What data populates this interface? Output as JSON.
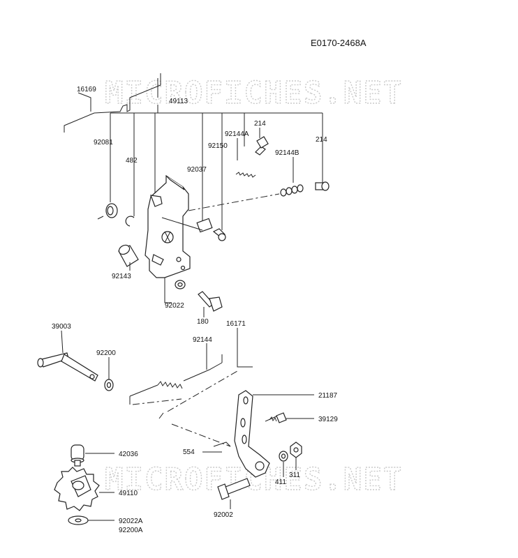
{
  "diagram": {
    "code": "E0170-2468A",
    "watermark": "MICROFICHES.NET",
    "labels": {
      "p16169": "16169",
      "p49113": "49113",
      "p92081": "92081",
      "p482": "482",
      "p214a": "214",
      "p92144A": "92144A",
      "p92150": "92150",
      "p92037": "92037",
      "p92144B": "92144B",
      "p214b": "214",
      "p92143": "92143",
      "p92022": "92022",
      "p180": "180",
      "p39003": "39003",
      "p92200": "92200",
      "p92144": "92144",
      "p16171": "16171",
      "p21187": "21187",
      "p39129": "39129",
      "p554": "554",
      "p42036": "42036",
      "p49110": "49110",
      "p411": "411",
      "p311": "311",
      "p92002": "92002",
      "p92022A": "92022A",
      "p92200A": "92200A"
    }
  }
}
